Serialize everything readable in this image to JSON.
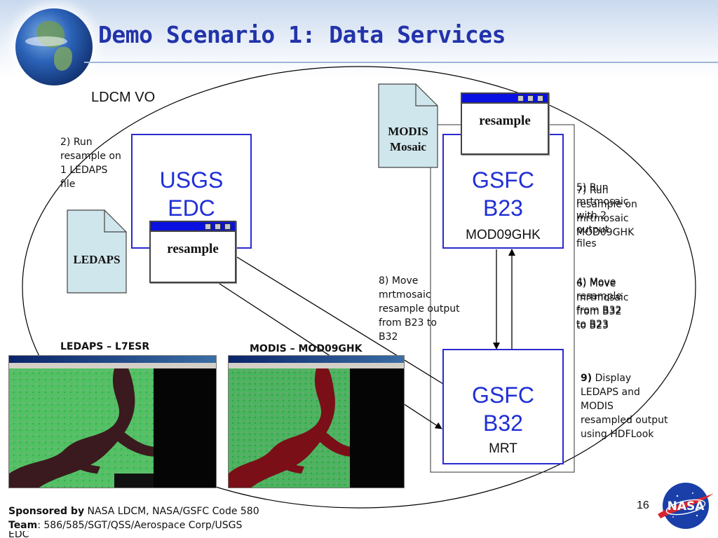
{
  "header": {
    "title": "Demo Scenario 1: Data Services"
  },
  "diagram": {
    "vo_label": "LDCM VO",
    "sites": [
      {
        "name_line1": "USGS",
        "name_line2": "EDC",
        "sublabel": ""
      },
      {
        "name_line1": "GSFC",
        "name_line2": "B23",
        "sublabel": "MOD09GHK"
      },
      {
        "name_line1": "GSFC",
        "name_line2": "B32",
        "sublabel": "MRT"
      }
    ],
    "windows": [
      {
        "label": "resample"
      },
      {
        "label": "resample"
      }
    ],
    "documents": [
      {
        "label": "LEDAPS"
      },
      {
        "label": "MODIS\nMosaic"
      }
    ],
    "notes": {
      "step2": "2) Run\nresample on\n1 LEDAPS\nfile",
      "step5": "5) Run\nmrtmosaic\nwith 2\noutput\nfiles",
      "step7": "7) Run\nresample on\nmrtmosaic\nMOD09GHK",
      "step8": "8) Move\nmrtmosaic\nresample output\nfrom B23 to\nB32",
      "step4": "4) Move\nresample\nfrom B32\nto B23",
      "step6": "6) Move\nmrtmosaic\nfrom B32\nto B23",
      "step9_num": "9)",
      "step9_text": " Display\nLEDAPS and\nMODIS\nresampled output\nusing HDFLook"
    },
    "screenshots": [
      {
        "caption": "LEDAPS – L7ESR"
      },
      {
        "caption": "MODIS – MOD09GHK"
      }
    ]
  },
  "footer": {
    "sponsored_label": "Sponsored by",
    "sponsored_text": " NASA LDCM, NASA/GSFC Code 580",
    "team_label": "Team",
    "team_text": ": 586/585/SGT/QSS/Aerospace Corp/USGS",
    "team_text_line2": "EDC",
    "page_number": "16"
  },
  "colors": {
    "title": "#2233aa",
    "site_text": "#1f2fd6",
    "window_bar": "#0a10e0",
    "document_fill": "#cfe6ec"
  }
}
